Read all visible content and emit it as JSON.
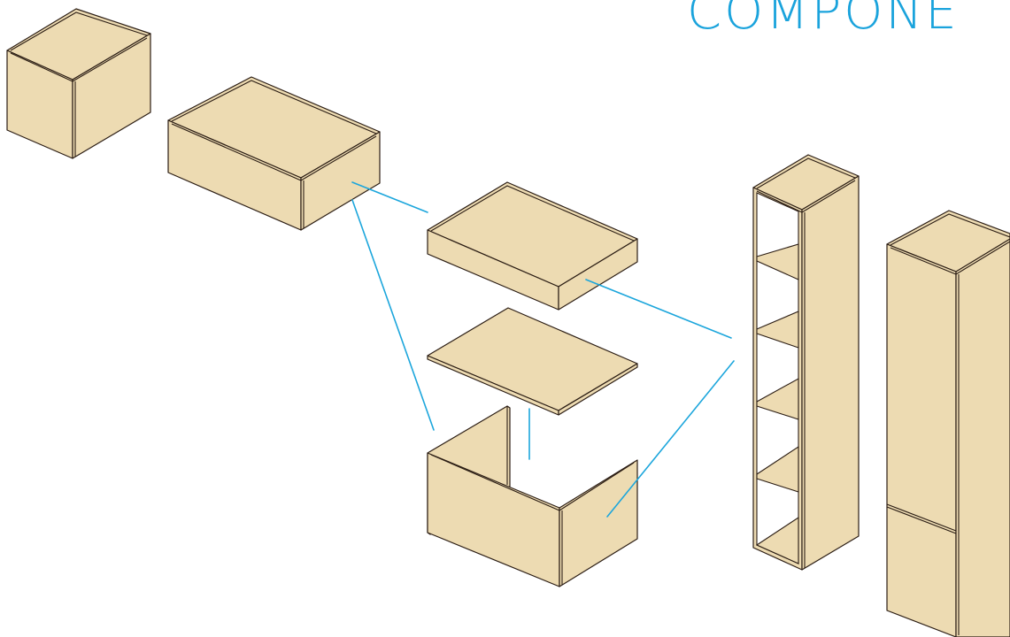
{
  "title": "COMPONE",
  "colors": {
    "panel_fill": "#eddbb2",
    "outline": "#2b1d14",
    "connector": "#1ca6dc",
    "title": "#1aa3dc"
  },
  "components": [
    {
      "name": "wall-cube-cabinet"
    },
    {
      "name": "wide-drawer-cabinet"
    },
    {
      "name": "drawer-box"
    },
    {
      "name": "top-board"
    },
    {
      "name": "base-frame"
    },
    {
      "name": "open-shelf-tower"
    },
    {
      "name": "tall-closed-cabinet"
    }
  ]
}
